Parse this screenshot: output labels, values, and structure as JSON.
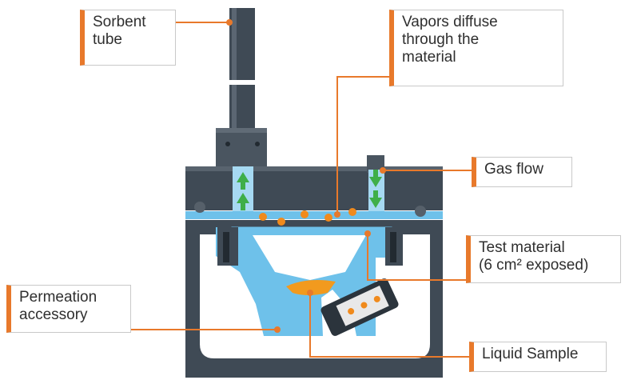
{
  "labels": {
    "sorbent_tube": [
      "Sorbent",
      "tube"
    ],
    "vapors": [
      "Vapors diffuse",
      "through the",
      "material"
    ],
    "gas_flow": [
      "Gas flow"
    ],
    "test_material": [
      "Test material",
      "(6 cm² exposed)"
    ],
    "permeation": [
      "Permeation",
      "accessory"
    ],
    "liquid_sample": [
      "Liquid Sample"
    ]
  },
  "colors": {
    "accent": "#e8792b",
    "housing": "#3f4a55",
    "vessel": "#6ec1ea",
    "arrow": "#3fae49",
    "vapor_dot": "#f08a1c"
  }
}
